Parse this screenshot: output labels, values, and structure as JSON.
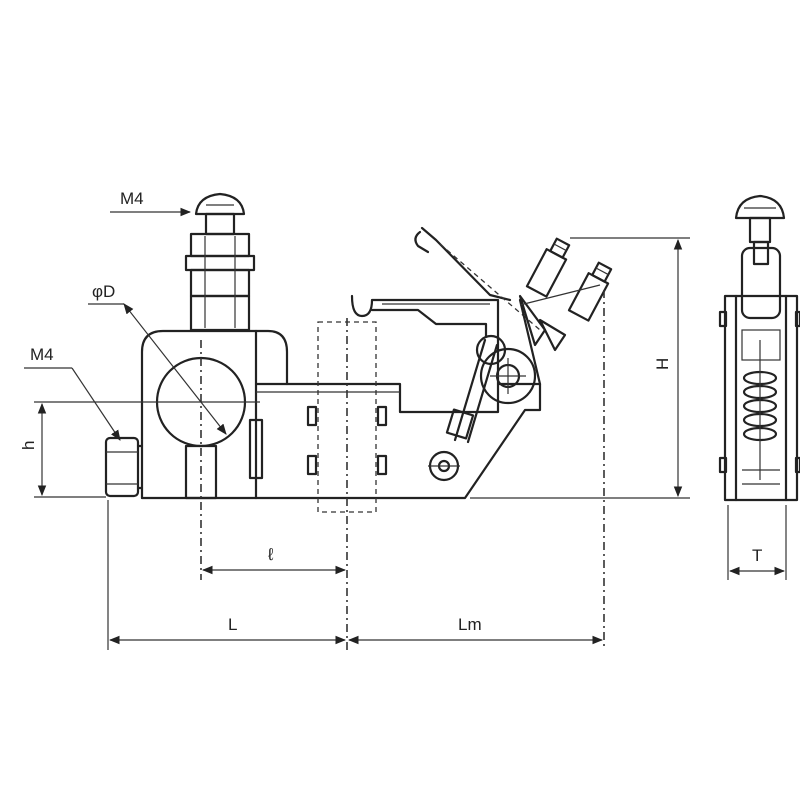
{
  "labels": {
    "m4_top": "M4",
    "m4_side": "M4",
    "phi_d": "φD",
    "h_small": "h",
    "H_big": "H",
    "l_small": "ℓ",
    "L_big": "L",
    "Lm": "Lm",
    "T": "T"
  }
}
